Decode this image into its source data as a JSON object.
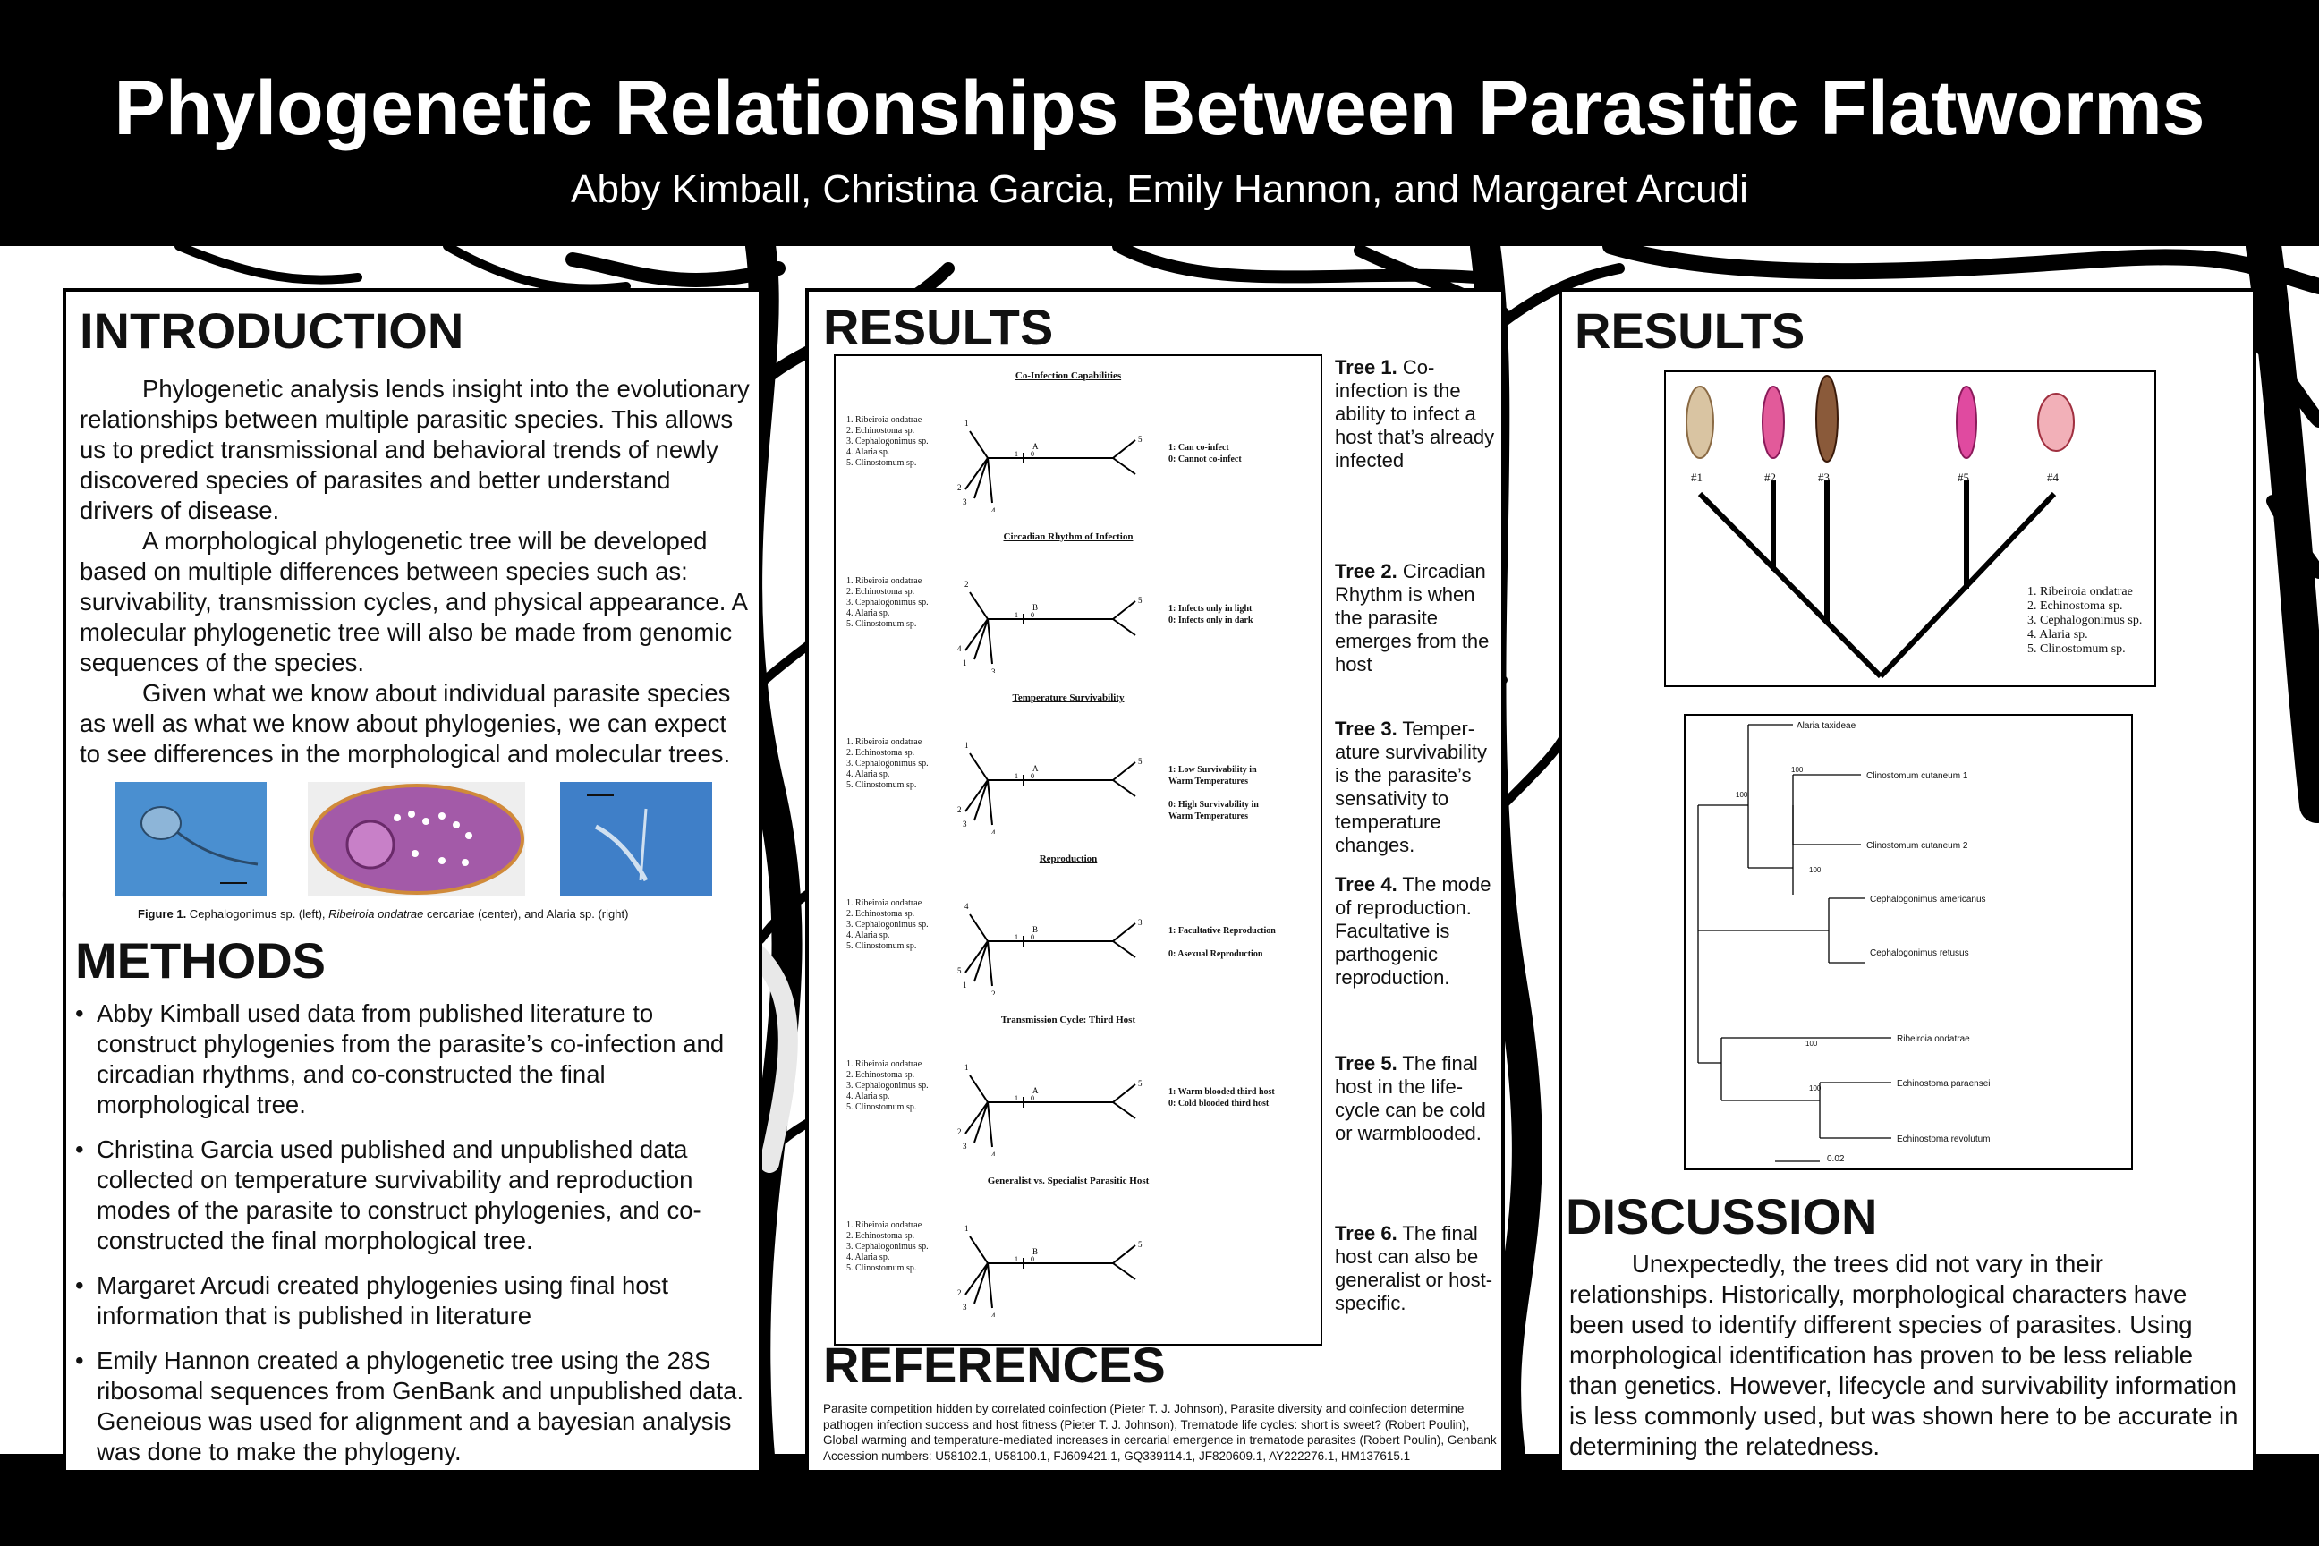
{
  "header": {
    "title": "Phylogenetic Relationships Between Parasitic Flatworms",
    "authors": "Abby Kimball, Christina Garcia, Emily Hannon, and Margaret Arcudi"
  },
  "introduction": {
    "heading": "INTRODUCTION",
    "paragraphs": [
      "Phylogenetic analysis lends insight into the evolutionary relationships between multiple parasitic species. This allows us to predict transmissional and behavioral trends of newly discovered species of parasites and better understand drivers of disease.",
      "A morphological phylogenetic tree will be developed based on multiple differences between species such as: survivability, transmission cycles, and physical appearance. A molecular phylogenetic tree will also be made from genomic sequences of the species.",
      "Given what we know about individual parasite species as well as what we know about phylogenies, we can expect to see differences in the morphological and molecular trees."
    ],
    "figure_caption_bold": "Figure 1.",
    "figure_caption_a": " Cephalogonimus sp. (left), ",
    "figure_caption_italic": "Ribeiroia ondatrae",
    "figure_caption_b": " cercariae (center), and Alaria sp. (right)"
  },
  "methods": {
    "heading": "METHODS",
    "items": [
      "Abby Kimball used data from published literature to construct phylogenies from the parasite’s co-infection and circadian rhythms, and co-constructed the final morphological tree.",
      "Christina Garcia used published and unpublished data collected on temperature survivability and reproduction modes of the parasite to construct phylogenies, and co-constructed the final morphological tree.",
      "Margaret Arcudi created phylogenies using final host information that is published in literature",
      "Emily Hannon created a phylogenetic tree using the 28S ribosomal sequences from GenBank and unpublished data. Geneious was used for alignment and a bayesian analysis was done to make the phylogeny."
    ]
  },
  "results_middle": {
    "heading": "RESULTS",
    "trees": [
      {
        "title": "Co-Infection Capabilities",
        "taxa": [
          "1. Ribeiroia ondatrae",
          "2. Echinostoma sp.",
          "3. Cephalogonimus sp.",
          "4. Alaria sp.",
          "5. Clinostomum sp."
        ],
        "node": "A",
        "legend": [
          "1: Can co-infect",
          "0: Cannot co-infect"
        ],
        "tips": [
          "1",
          "2",
          "3",
          "4",
          "5"
        ],
        "caption_bold": "Tree 1.",
        "caption": " Co-infection is the ability to infect a host that’s already infected"
      },
      {
        "title": "Circadian Rhythm of Infection",
        "taxa": [
          "1. Ribeiroia ondatrae",
          "2. Echinostoma sp.",
          "3. Cephalogonimus sp.",
          "4. Alaria sp.",
          "5. Clinostomum sp."
        ],
        "node": "B",
        "legend": [
          "1: Infects only in light",
          "0: Infects only in dark"
        ],
        "tips": [
          "2",
          "4",
          "1",
          "3",
          "5"
        ],
        "caption_bold": "Tree 2.",
        "caption": " Circadian Rhythm is when the parasite emerges from the host"
      },
      {
        "title": "Temperature Survivability",
        "taxa": [
          "1. Ribeiroia ondatrae",
          "2. Echinostoma sp.",
          "3. Cephalogonimus sp.",
          "4. Alaria sp.",
          "5. Clinostomum sp."
        ],
        "node": "A",
        "legend": [
          "1: Low Survivability in",
          "Warm Temperatures",
          "",
          "0: High Survivability in",
          "Warm Temperatures"
        ],
        "tips": [
          "1",
          "2",
          "3",
          "4",
          "5"
        ],
        "caption_bold": "Tree 3.",
        "caption": " Temper-ature survivability is the parasite’s sensativity to temperature changes."
      },
      {
        "title": "Reproduction",
        "taxa": [
          "1. Ribeiroia ondatrae",
          "2. Echinostoma sp.",
          "3. Cephalogonimus sp.",
          "4. Alaria sp.",
          "5. Clinostomum sp."
        ],
        "node": "B",
        "legend": [
          "1: Facultative Reproduction",
          "",
          "0: Asexual Reproduction"
        ],
        "tips": [
          "4",
          "5",
          "1",
          "2",
          "3"
        ],
        "caption_bold": "Tree 4.",
        "caption": " The mode of reproduction. Facultative is parthogenic reproduction."
      },
      {
        "title": "Transmission Cycle: Third Host",
        "taxa": [
          "1. Ribeiroia ondatrae",
          "2. Echinostoma sp.",
          "3. Cephalogonimus sp.",
          "4. Alaria sp.",
          "5. Clinostomum sp."
        ],
        "node": "A",
        "legend": [
          "1: Warm blooded third host",
          "0: Cold blooded third host"
        ],
        "tips": [
          "1",
          "2",
          "3",
          "4",
          "5"
        ],
        "caption_bold": "Tree 5.",
        "caption": " The final host in the life-cycle can be cold or warmblooded."
      },
      {
        "title": "Generalist vs. Specialist Parasitic Host",
        "taxa": [
          "1. Ribeiroia ondatrae",
          "2. Echinostoma sp.",
          "3. Cephalogonimus sp.",
          "4. Alaria sp.",
          "5. Clinostomum sp."
        ],
        "node": "B",
        "legend": [],
        "tips": [
          "1",
          "2",
          "3",
          "4",
          "5"
        ],
        "caption_bold": "Tree 6.",
        "caption": " The final host can also be generalist or host-specific."
      }
    ],
    "char_labels": [
      "1",
      "0"
    ]
  },
  "references": {
    "heading": "REFERENCES",
    "text": "Parasite competition hidden by correlated coinfection (Pieter T. J. Johnson), Parasite diversity and coinfection determine pathogen infection success and host fitness (Pieter T. J. Johnson), Trematode life cycles: short is sweet? (Robert Poulin), Global warming and temperature-mediated increases in cercarial emergence in trematode parasites (Robert Poulin), Genbank Accession numbers: U58102.1, U58100.1, FJ609421.1, GQ339114.1, JF820609.1, AY222276.1, HM137615.1"
  },
  "results_right": {
    "heading": "RESULTS",
    "morph_tree": {
      "specimen_labels": [
        "#1",
        "#2",
        "#3",
        "#5",
        "#4"
      ],
      "taxa": [
        "1. Ribeiroia ondatrae",
        "2. Echinostoma sp.",
        "3. Cephalogonimus sp.",
        "4. Alaria sp.",
        "5. Clinostomum sp."
      ]
    },
    "molecular_tree": {
      "taxa": [
        "Alaria taxideae",
        "Clinostomum cutaneum 1",
        "Clinostomum cutaneum 2",
        "Cephalogonimus americanus",
        "Cephalogonimus retusus",
        "Ribeiroia ondatrae",
        "Echinostoma paraensei",
        "Echinostoma revolutum"
      ],
      "support": [
        "100",
        "100",
        "100",
        "100",
        "100"
      ],
      "scale": "0.02"
    }
  },
  "discussion": {
    "heading": "DISCUSSION",
    "text": "Unexpectedly, the trees did not vary in their relationships. Historically, morphological characters have been used to identify different species of parasites. Using morphological identification has proven to be less reliable than genetics. However, lifecycle and survivability information is less commonly used, but was shown here to be accurate in determining the relatedness."
  },
  "colors": {
    "header_bg": "#000000",
    "branches": "#000000",
    "faint_branches": "#e8e8e8",
    "photo_blue": "#3f86c8",
    "photo_purple": "#a25aa8"
  }
}
